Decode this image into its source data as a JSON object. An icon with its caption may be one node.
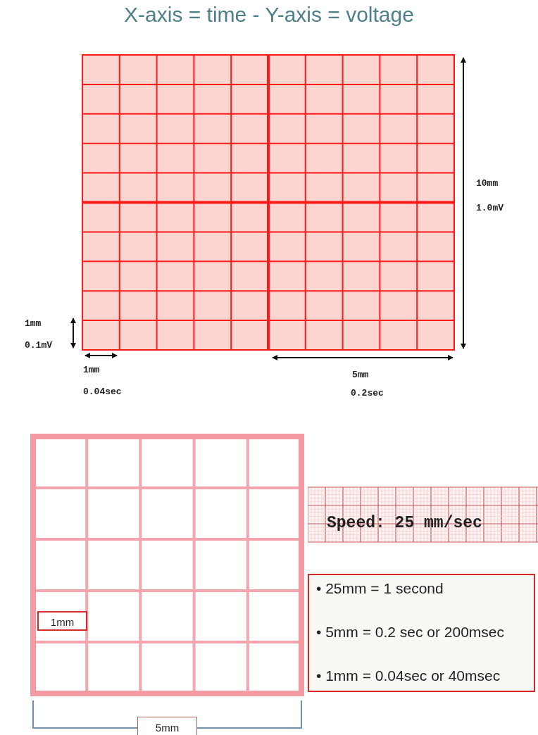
{
  "diagram": {
    "title": "X-axis = time - Y-axis = voltage",
    "nodes": [
      {
        "text": [
          "Speed: 25 mm/sec"
        ]
      },
      {
        "text": [
          "• 25mm = 1 second",
          "• 5mm = 0.2 sec or 200msec",
          "• 1mm = 0.04sec or 40msec"
        ]
      },
      {
        "text": [
          "1mm"
        ]
      },
      {
        "text": [
          "5mm"
        ]
      }
    ],
    "edges": [],
    "labels": [
      "10mm",
      "1.0mV",
      "1mm",
      "0.1mV",
      "1mm",
      "5mm",
      "0.04sec",
      "0.2sec"
    ]
  }
}
